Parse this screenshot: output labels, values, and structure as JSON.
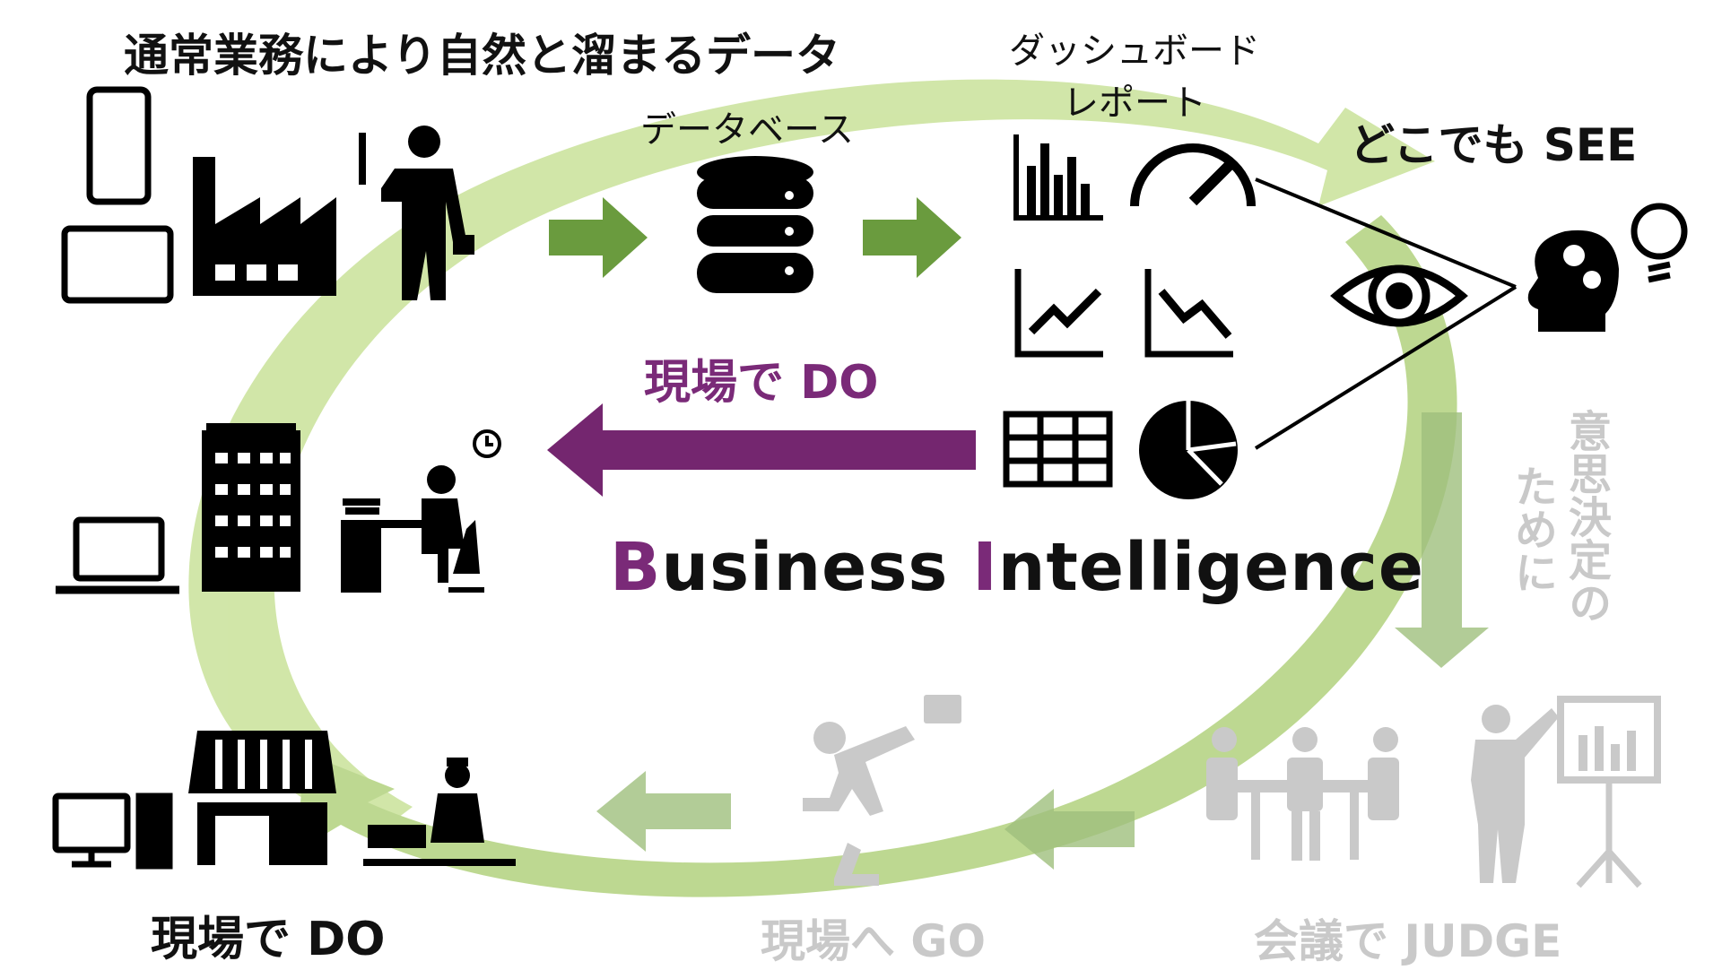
{
  "diagram": {
    "title": "通常業務により自然と溜まるデータ",
    "database_label": "データベース",
    "dashboard_label_line1": "ダッシュボード",
    "dashboard_label_line2": "レポート",
    "see_label": "どこでも SEE",
    "do_center_label": "現場で DO",
    "bi_label_part1": "B",
    "bi_label_part2": "usiness ",
    "bi_label_part3": "I",
    "bi_label_part4": "ntelligence",
    "do_bottom_label": "現場で DO",
    "go_label": "現場へ GO",
    "judge_label": "会議で JUDGE",
    "vertical_line1": "意思決定の",
    "vertical_line2": "ために"
  },
  "colors": {
    "cycle": "#c9e29a",
    "arrow_green": "#6a9b3e",
    "arrow_purple": "#74266f",
    "faded": "#c9c9c9",
    "faded_arrow": "#9fbf7d",
    "icon": "#000000"
  },
  "icons": [
    "smartphone-icon",
    "tablet-icon",
    "factory-icon",
    "worker-icon",
    "database-icon",
    "bar-chart-icon",
    "gauge-icon",
    "line-chart-up-icon",
    "line-chart-down-icon",
    "table-icon",
    "pie-chart-icon",
    "eye-icon",
    "head-gears-icon",
    "lightbulb-icon",
    "office-building-icon",
    "laptop-icon",
    "desk-worker-icon",
    "clock-icon",
    "shop-icon",
    "desktop-pc-icon",
    "cashier-icon",
    "runner-icon",
    "meeting-icon",
    "presenter-icon"
  ]
}
